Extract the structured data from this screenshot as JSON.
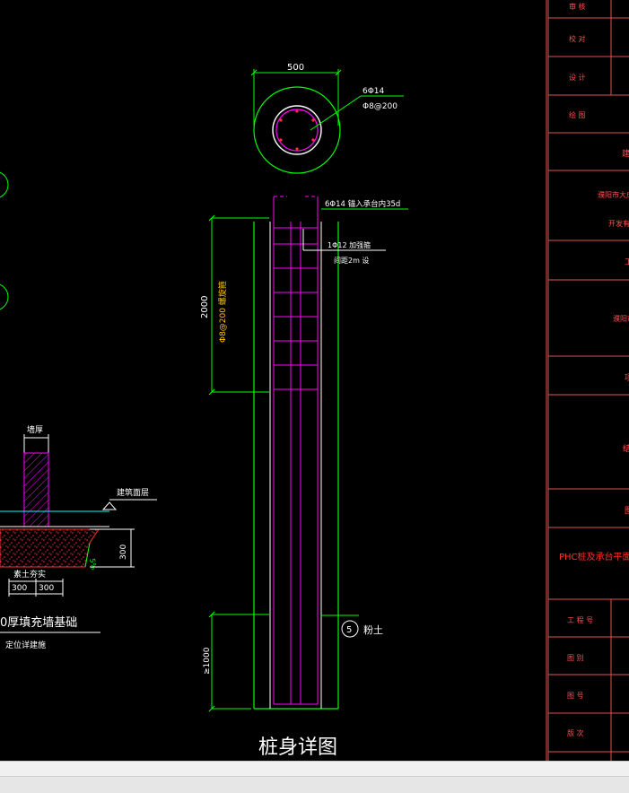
{
  "pile_section": {
    "diameter_dim": "500",
    "main_bar": "6Φ14",
    "stirrup": "Φ8@200"
  },
  "pile_elevation": {
    "top_bar_note": "6Φ14  锚入承台内35d",
    "hoop_note_line1": "1Φ12 加强箍",
    "hoop_note_line2": "间距2m 设",
    "dense_len": "2000",
    "dense_stirrup": "Φ8@200  螺旋箍",
    "bottom_len": "≥1000",
    "layer_num": "5",
    "layer_name": "粉土",
    "title": "桩身详图"
  },
  "wall_detail": {
    "wall_label": "墙厚",
    "floor_label": "建筑面层",
    "soil_label": "素土夯实",
    "dim_depth": "300",
    "dim_w1": "300",
    "dim_w2": "300",
    "slope": "5%",
    "title": "0厚填充墙基础",
    "subtitle": "定位详建施"
  },
  "title_block": {
    "rows": [
      "审 核",
      "校 对",
      "设 计",
      "绘 图"
    ],
    "proj_frag1": "建",
    "proj_frag2": "濮阳市大成",
    "proj_frag3": "开发有限",
    "proj_frag4": "工",
    "proj_frag5": "濮阳市",
    "proj_frag6": "项",
    "proj_frag7": "结",
    "proj_frag8": "图",
    "drawing_name": "PHC桩及承台平面布置",
    "bottom_rows": [
      "工 程 号",
      "图 别",
      "图 号",
      "版 次"
    ]
  },
  "colors": {
    "green": "#00ff00",
    "white": "#ffffff",
    "magenta": "#ff00ff",
    "red": "#ff3030",
    "yellow": "#ffc800",
    "frame": "#e05050"
  }
}
